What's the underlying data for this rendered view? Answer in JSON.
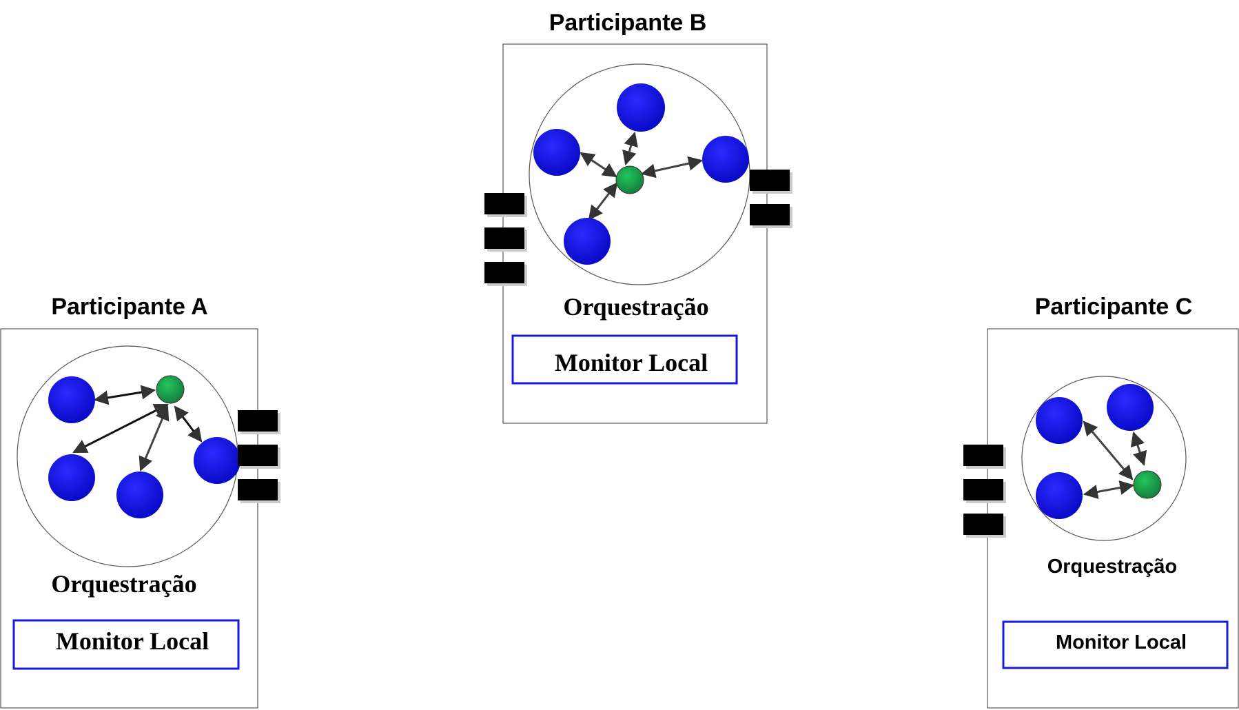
{
  "colors": {
    "service_node": "#1010dd",
    "orchestrator_node": "#16a34a",
    "monitor_border": "#1a1ad6",
    "port": "#000000",
    "arrow": "#333333"
  },
  "participants": [
    {
      "title": "Participante A",
      "orchestration_label": "Orquestração",
      "monitor_label": "Monitor Local"
    },
    {
      "title": "Participante B",
      "orchestration_label": "Orquestração",
      "monitor_label": "Monitor Local"
    },
    {
      "title": "Participante C",
      "orchestration_label": "Orquestração",
      "monitor_label": "Monitor Local"
    }
  ]
}
